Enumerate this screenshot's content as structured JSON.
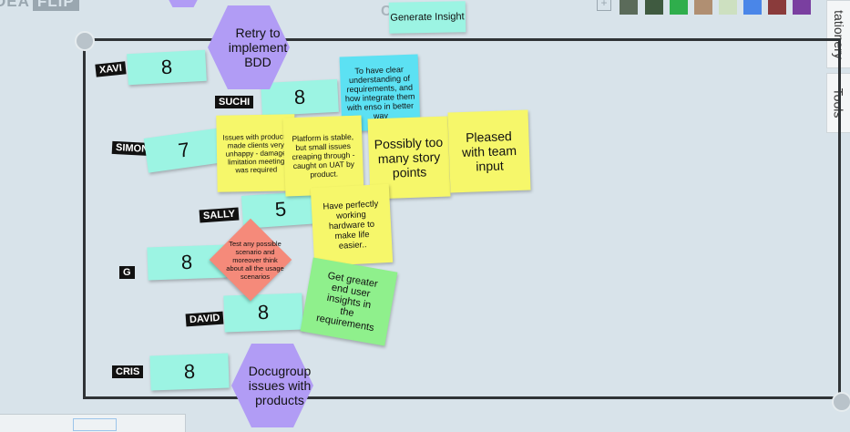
{
  "app": {
    "logo_left": "DEA",
    "logo_right": "FLIP",
    "board_title": "C        E"
  },
  "toolbar": {
    "generate_insight": "Generate Insight",
    "add_icon": "plus-icon"
  },
  "side_tabs": {
    "stationery": "tationery",
    "tools": "Tools"
  },
  "avatars": [
    "avatar-1",
    "avatar-2",
    "avatar-3",
    "avatar-4",
    "avatar-5",
    "avatar-6",
    "avatar-7",
    "avatar-8"
  ],
  "names": {
    "xavi": "XAVI",
    "suchi": "SUCHI",
    "simon": "SIMON",
    "sally": "SALLY",
    "g": "G",
    "david": "DAVID",
    "cris": "CRIS"
  },
  "scores": {
    "xavi": "8",
    "suchi": "8",
    "simon": "7",
    "sally": "5",
    "g": "8",
    "david": "8",
    "cris": "8"
  },
  "notes": {
    "retry_bdd": "Retry to implement BDD",
    "docugroup": "Docugroup issues with products",
    "clear_understanding": "To have clear understanding of requirements, and how integrate them with enso in better way",
    "issues_products": "Issues with products made clients very unhappy - damage limitation meeting was required",
    "platform_stable": "Platform is stable, but small issues creaping through - caught on UAT by product.",
    "too_many_points": "Possibly too many story points",
    "pleased_team": "Pleased with team input",
    "working_hardware": "Have perfectly working hardware to make life easier..",
    "test_scenarios": "Test any possible scenario and moreover think about all the usage scenarios",
    "greater_insights": "Get greater end user insights in the requirements"
  },
  "colors": {
    "yellow": "#f6f76a",
    "cyan": "#5ce1f3",
    "green": "#8ff08c",
    "mint": "#9cf4e3",
    "purple": "#b19cf5",
    "salmon": "#f58a7a",
    "frame": "#2f3336"
  }
}
